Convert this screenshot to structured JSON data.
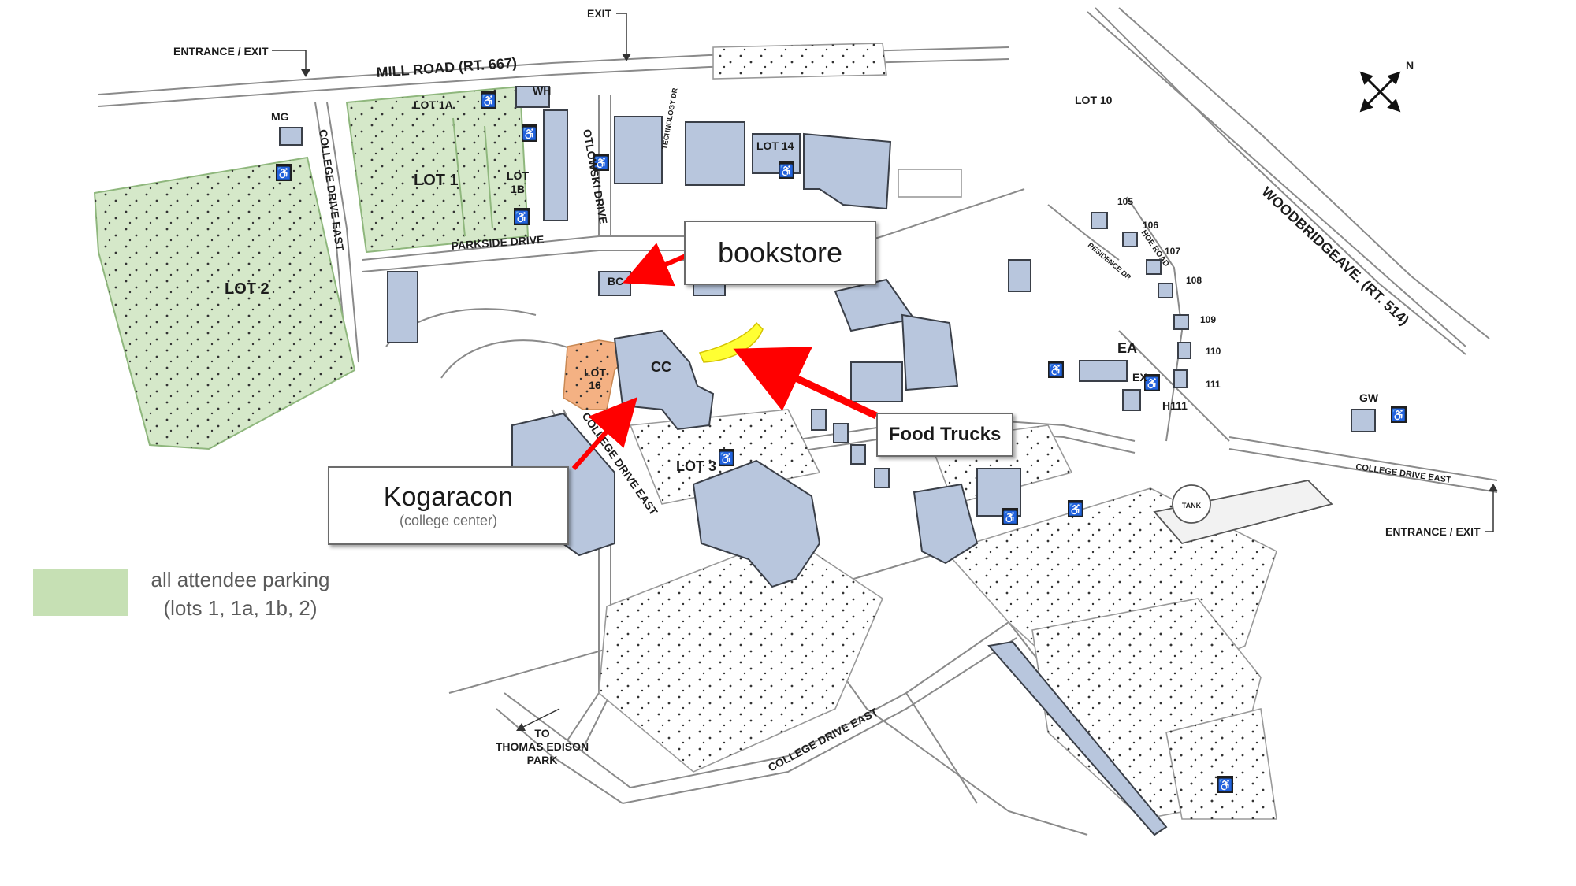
{
  "roads": {
    "mill_road": "MILL ROAD   (RT. 667)",
    "woodbridge": "WOODBRIDGEAVE.   (RT. 514)",
    "parkside": "PARKSIDE  DRIVE",
    "college_drive_east_left": "COLLEGE   DRIVE   EAST",
    "college_drive_east_mid": "COLLEGE  DRIVE  EAST",
    "college_drive_east_south": "COLLEGE   DRIVE   EAST",
    "college_drive_east_right": "COLLEGE  DRIVE  EAST",
    "otlowski": "OTLOWSKI   DRIVE",
    "technology": "TECHNOLOGY DR",
    "residence": "RESIDENCE DR",
    "hoe_road": "HOE   ROAD"
  },
  "markers": {
    "entrance_exit_top": "ENTRANCE / EXIT",
    "exit_top": "EXIT",
    "entrance_exit_right": "ENTRANCE / EXIT",
    "to_park": [
      "TO",
      "THOMAS EDISON",
      "PARK"
    ],
    "north": "N"
  },
  "lots": {
    "lot1": "LOT 1",
    "lot1a": "LOT 1A",
    "lot1b": [
      "LOT",
      "1B"
    ],
    "lot2": "LOT 2",
    "lot3": "LOT 3",
    "lot10": "LOT 10",
    "lot14": "LOT 14",
    "lot16": [
      "LOT",
      "16"
    ]
  },
  "buildings": {
    "mg": "MG",
    "wh": "WH",
    "bc": "BC",
    "cc": "CC",
    "ea": "EA",
    "ex": "EX",
    "h111": "H111",
    "gw": "GW",
    "tank": "TANK",
    "houses": [
      "105",
      "106",
      "107",
      "108",
      "109",
      "110",
      "111"
    ]
  },
  "callouts": {
    "bookstore": "bookstore",
    "food_trucks": "Food Trucks",
    "kogaracon_title": "Kogaracon",
    "kogaracon_sub": "(college center)"
  },
  "legend": {
    "line1": "all attendee parking",
    "line2": "(lots 1, 1a, 1b, 2)",
    "color": "#c6e0b4"
  },
  "colors": {
    "arrow": "#ff0000",
    "food_truck_area": "#ffff33",
    "lot16": "#f4b183",
    "building": "#b8c6dd"
  }
}
